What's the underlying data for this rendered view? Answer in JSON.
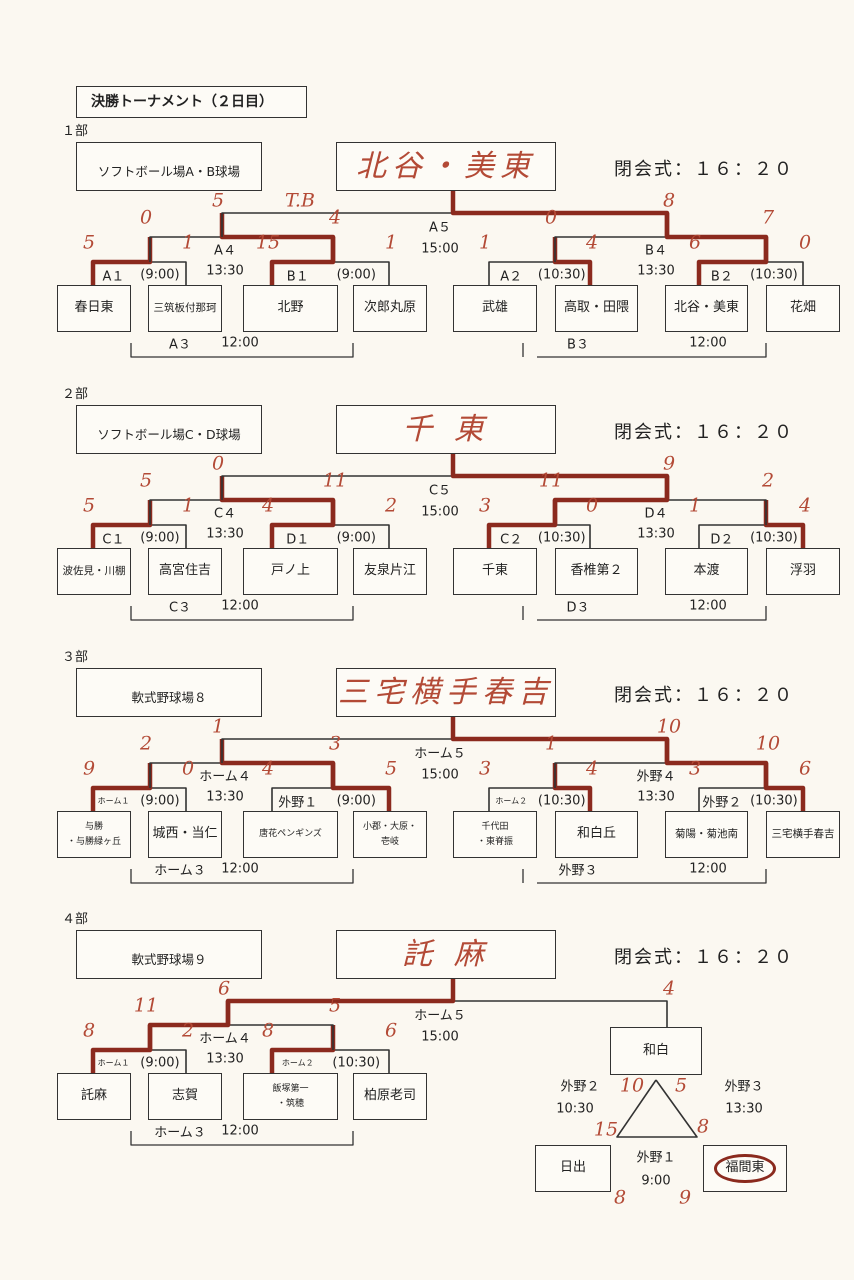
{
  "title": "決勝トーナメント（２日目）",
  "closing_ceremony": "閉会式：１６：２０",
  "colors": {
    "ink": "#333333",
    "pen": "#8b2a1e",
    "pen_text": "#b34a36",
    "paper": "#fbf8f1"
  },
  "divisions": [
    {
      "label": "１部",
      "venue": "ソフトボール場A・B球場",
      "champion": "北谷・美東",
      "teams": [
        "春日東",
        "三筑板付那珂",
        "北野",
        "次郎丸原",
        "武雄",
        "高取・田隈",
        "北谷・美東",
        "花畑"
      ],
      "round1": [
        {
          "name": "A１",
          "time": "(9:00)",
          "scores": [
            "5",
            "1"
          ],
          "winner": 0
        },
        {
          "name": "B１",
          "time": "(9:00)",
          "scores": [
            "15",
            "1"
          ],
          "winner": 0
        },
        {
          "name": "A２",
          "time": "(10:30)",
          "scores": [
            "1",
            "4"
          ],
          "winner": 1
        },
        {
          "name": "B２",
          "time": "(10:30)",
          "scores": [
            "6",
            "0"
          ],
          "winner": 0
        }
      ],
      "semis": [
        {
          "name": "A４",
          "time": "13:30",
          "scores": [
            "0",
            "4"
          ],
          "winner": 1
        },
        {
          "name": "B４",
          "time": "13:30",
          "scores": [
            "0",
            "7"
          ],
          "winner": 1
        }
      ],
      "final": {
        "name": "A５",
        "time": "15:00",
        "scores": [
          "5",
          "8"
        ],
        "winner": 1,
        "note": "T.B"
      },
      "consolation": [
        {
          "name": "A３",
          "time": "12:00"
        },
        {
          "name": "B３",
          "time": "12:00"
        }
      ]
    },
    {
      "label": "２部",
      "venue": "ソフトボール場C・D球場",
      "champion": "千 東",
      "teams": [
        "波佐見・川棚",
        "高宮住吉",
        "戸ノ上",
        "友泉片江",
        "千東",
        "香椎第２",
        "本渡",
        "浮羽"
      ],
      "round1": [
        {
          "name": "C１",
          "time": "(9:00)",
          "scores": [
            "5",
            "1"
          ],
          "winner": 0
        },
        {
          "name": "D１",
          "time": "(9:00)",
          "scores": [
            "4",
            "2"
          ],
          "winner": 0
        },
        {
          "name": "C２",
          "time": "(10:30)",
          "scores": [
            "3",
            "0"
          ],
          "winner": 0
        },
        {
          "name": "D２",
          "time": "(10:30)",
          "scores": [
            "1",
            "4"
          ],
          "winner": 1
        }
      ],
      "semis": [
        {
          "name": "C４",
          "time": "13:30",
          "scores": [
            "5",
            "11"
          ],
          "winner": 1
        },
        {
          "name": "D４",
          "time": "13:30",
          "scores": [
            "11",
            "2"
          ],
          "winner": 0
        }
      ],
      "final": {
        "name": "C５",
        "time": "15:00",
        "scores": [
          "0",
          "9"
        ],
        "winner": 1
      },
      "consolation": [
        {
          "name": "C３",
          "time": "12:00"
        },
        {
          "name": "D３",
          "time": "12:00"
        }
      ]
    },
    {
      "label": "３部",
      "venue": "軟式野球場８",
      "champion": "三宅横手春吉",
      "teams": [
        "与勝\n・与勝緑ヶ丘",
        "城西・当仁",
        "唐花ペンギンズ",
        "小郡・大原・\n壱岐",
        "千代田\n・東脊振",
        "和白丘",
        "菊陽・菊池南",
        "三宅横手春吉"
      ],
      "round1": [
        {
          "name": "ホーム１",
          "time": "(9:00)",
          "scores": [
            "9",
            "0"
          ],
          "winner": 0
        },
        {
          "name": "外野１",
          "time": "(9:00)",
          "scores": [
            "4",
            "5"
          ],
          "winner": 1
        },
        {
          "name": "ホーム２",
          "time": "(10:30)",
          "scores": [
            "3",
            "4"
          ],
          "winner": 1
        },
        {
          "name": "外野２",
          "time": "(10:30)",
          "scores": [
            "3",
            "6"
          ],
          "winner": 1
        }
      ],
      "semis": [
        {
          "name": "ホーム４",
          "time": "13:30",
          "scores": [
            "2",
            "3"
          ],
          "winner": 1
        },
        {
          "name": "外野４",
          "time": "13:30",
          "scores": [
            "1",
            "10"
          ],
          "winner": 1
        }
      ],
      "final": {
        "name": "ホーム５",
        "time": "15:00",
        "scores": [
          "1",
          "10"
        ],
        "winner": 1
      },
      "consolation": [
        {
          "name": "ホーム３",
          "time": "12:00"
        },
        {
          "name": "外野３",
          "time": "12:00"
        }
      ]
    },
    {
      "label": "４部",
      "venue": "軟式野球場９",
      "champion": "託 麻",
      "teams": [
        "託麻",
        "志賀",
        "飯塚第一\n・筑穂",
        "柏原老司"
      ],
      "round1": [
        {
          "name": "ホーム１",
          "time": "(9:00)",
          "scores": [
            "8",
            "2"
          ],
          "winner": 0
        },
        {
          "name": "ホーム２",
          "time": "(10:30)",
          "scores": [
            "8",
            "6"
          ],
          "winner": 0
        }
      ],
      "semis": [
        {
          "name": "ホーム４",
          "time": "13:30",
          "scores": [
            "11",
            "5"
          ],
          "winner": 0
        }
      ],
      "final": {
        "name": "ホーム５",
        "time": "15:00",
        "scores": [
          "6",
          "4"
        ],
        "winner": 0
      },
      "consolation": [
        {
          "name": "ホーム３",
          "time": "12:00"
        }
      ],
      "league": {
        "teams": [
          "和白",
          "日出",
          "福間東"
        ],
        "circled": "福間東",
        "games": [
          {
            "field": "外野２",
            "time": "10:30",
            "scores": [
              "10",
              "15"
            ]
          },
          {
            "field": "外野３",
            "time": "13:30",
            "scores": [
              "5",
              "8"
            ]
          },
          {
            "field": "外野１",
            "time": "9:00",
            "scores": [
              "8",
              "9"
            ]
          }
        ]
      }
    }
  ]
}
